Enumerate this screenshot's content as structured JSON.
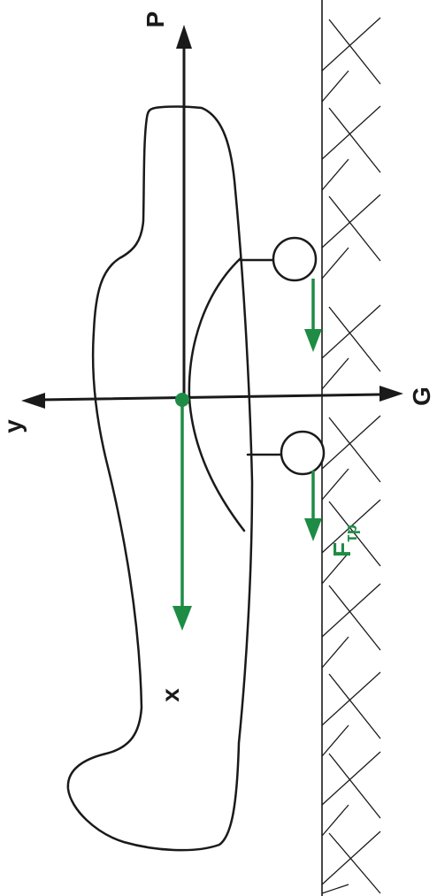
{
  "labels": {
    "p": "P",
    "g": "G",
    "y": "y",
    "x": "x",
    "f": "F",
    "f_sub": "тр"
  },
  "colors": {
    "ink": "#1a1a1a",
    "force": "#1e8c45"
  }
}
